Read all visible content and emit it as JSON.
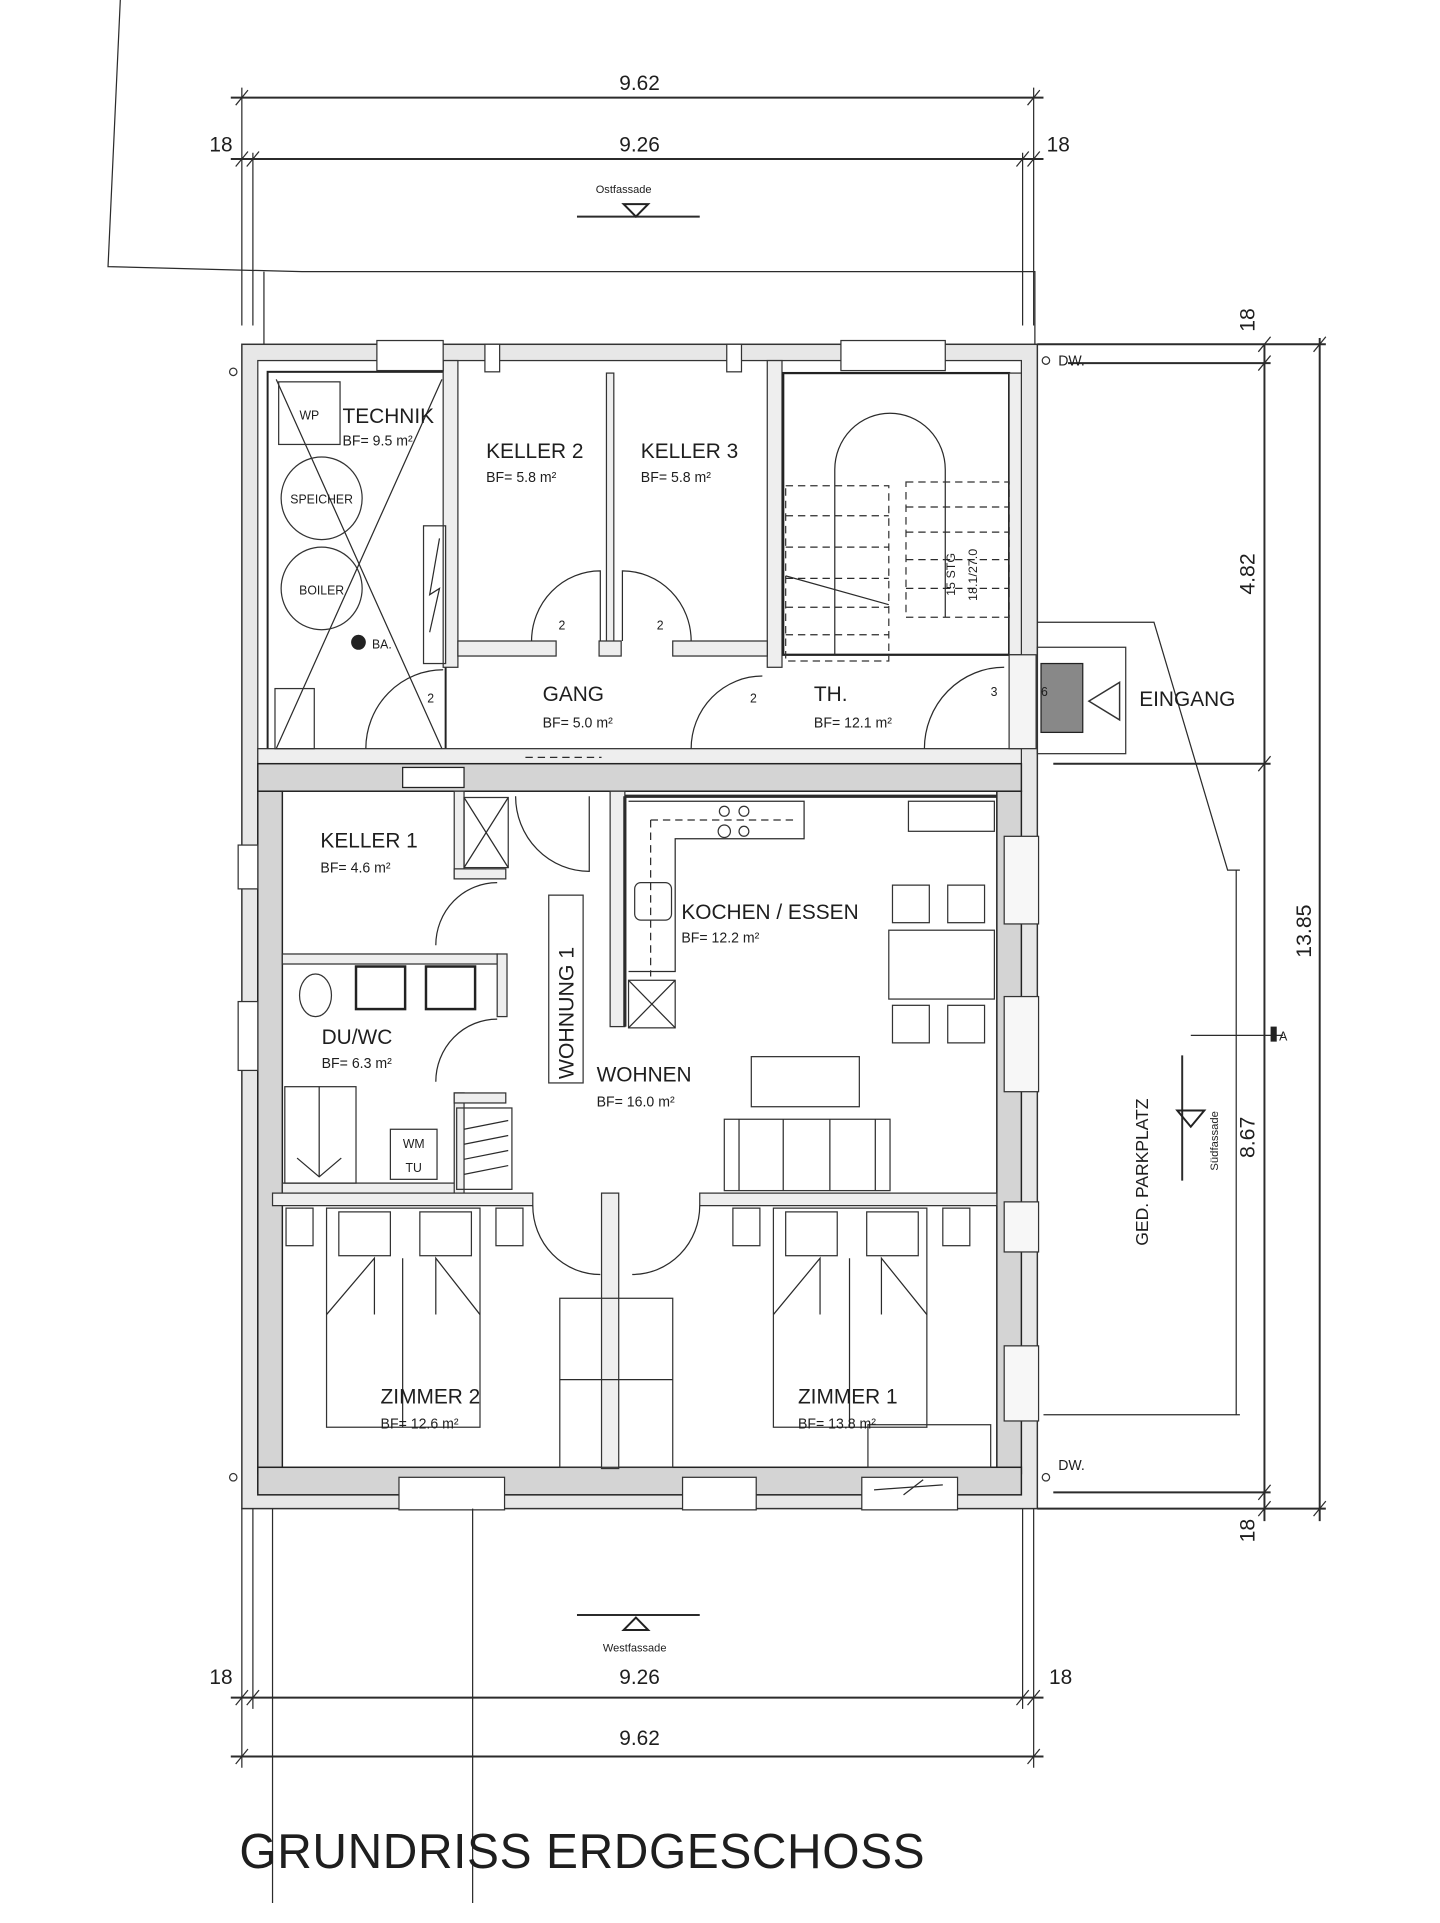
{
  "title": "GRUNDRISS ERDGESCHOSS",
  "dimensions": {
    "top_outer": "9.62",
    "top_inner": "9.26",
    "top_left_wall": "18",
    "top_right_wall": "18",
    "bottom_inner": "9.26",
    "bottom_outer": "9.62",
    "bottom_left_wall": "18",
    "bottom_right_wall": "18",
    "right_top_wall": "18",
    "right_upper_segment": "4.82",
    "right_total": "13.85",
    "right_lower_segment": "8.67",
    "right_bottom_wall": "18"
  },
  "facades": {
    "east": "Ostfassade",
    "west": "Westfassade",
    "south": "Südfassade"
  },
  "rooms": [
    {
      "id": "technik",
      "name": "TECHNIK",
      "area": "BF= 9.5 m²"
    },
    {
      "id": "keller2",
      "name": "KELLER 2",
      "area": "BF= 5.8 m²"
    },
    {
      "id": "keller3",
      "name": "KELLER 3",
      "area": "BF= 5.8 m²"
    },
    {
      "id": "gang",
      "name": "GANG",
      "area": "BF= 5.0 m²"
    },
    {
      "id": "th",
      "name": "TH.",
      "area": "BF= 12.1 m²"
    },
    {
      "id": "keller1",
      "name": "KELLER 1",
      "area": "BF= 4.6 m²"
    },
    {
      "id": "duwc",
      "name": "DU/WC",
      "area": "BF= 6.3 m²"
    },
    {
      "id": "kochen",
      "name": "KOCHEN  / ESSEN",
      "area": "BF= 12.2 m²"
    },
    {
      "id": "wohnen",
      "name": "WOHNEN",
      "area": "BF= 16.0 m²"
    },
    {
      "id": "zimmer2",
      "name": "ZIMMER 2",
      "area": "BF= 12.6 m²"
    },
    {
      "id": "zimmer1",
      "name": "ZIMMER 1",
      "area": "BF= 13.8 m²"
    }
  ],
  "equipment": {
    "wp": "WP",
    "speicher": "SPEICHER",
    "boiler": "BOILER",
    "ba": "BA.",
    "wm": "WM",
    "tu": "TU"
  },
  "labels": {
    "unit": "WOHNUNG 1",
    "entrance": "EINGANG",
    "parking": "GED. PARKPLATZ",
    "dw_top": "DW.",
    "dw_bottom": "DW.",
    "stairs_count": "15 STG",
    "stairs_ratio": "18.1/27.0",
    "section_marker": "A"
  },
  "door_numbers": {
    "technik_door": "2",
    "gang_right_door": "2",
    "keller2_door": "2",
    "keller3_door": "2",
    "entrance_door_left": "3",
    "entrance_door_right": "6"
  }
}
